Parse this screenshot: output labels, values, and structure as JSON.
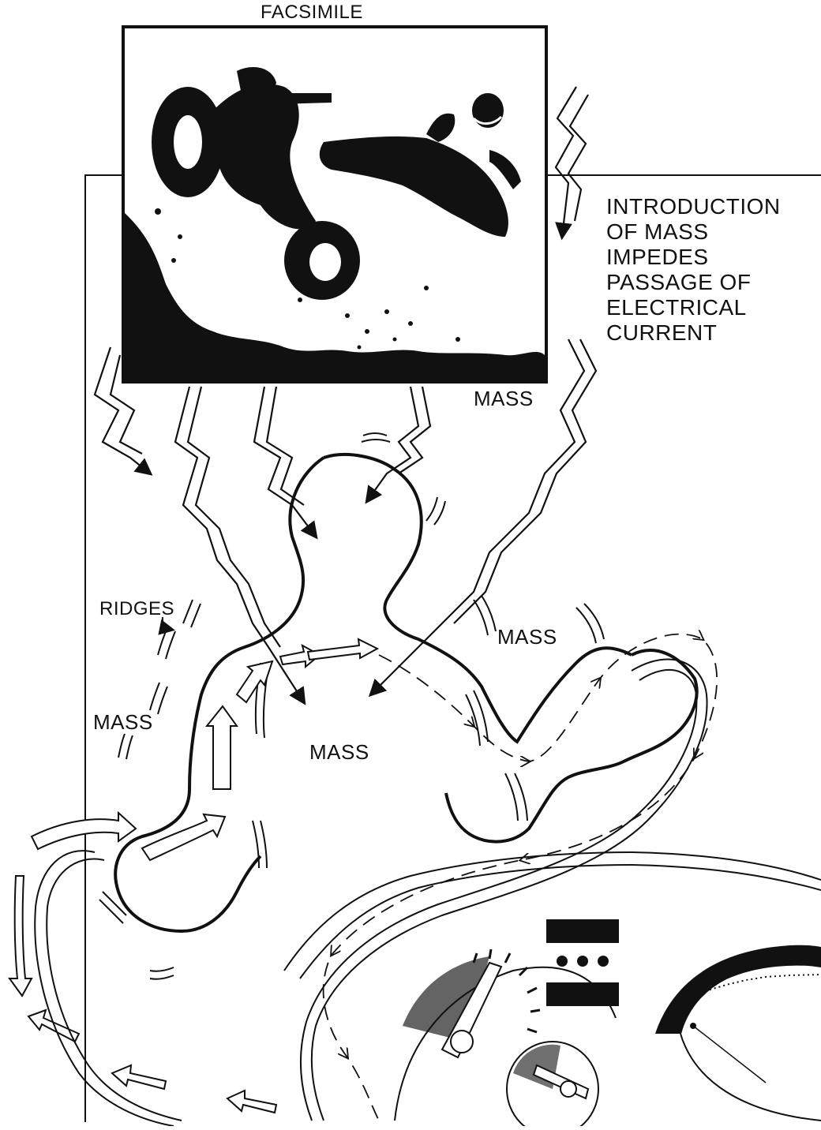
{
  "labels": {
    "facsimile": "FACSIMILE",
    "caption_lines": [
      "INTRODUCTION",
      "OF MASS",
      "IMPEDES",
      "PASSAGE OF",
      "ELECTRICAL",
      "CURRENT"
    ],
    "mass_top": "MASS",
    "mass_right": "MASS",
    "mass_left": "MASS",
    "mass_center": "MASS",
    "ridges": "RIDGES"
  },
  "colors": {
    "ink": "#111111",
    "paper": "#ffffff"
  },
  "icons": [
    "motorcycle-rider-silhouette",
    "lightning-bolt-icon",
    "arrow-icon",
    "dial-gauge-icon"
  ]
}
